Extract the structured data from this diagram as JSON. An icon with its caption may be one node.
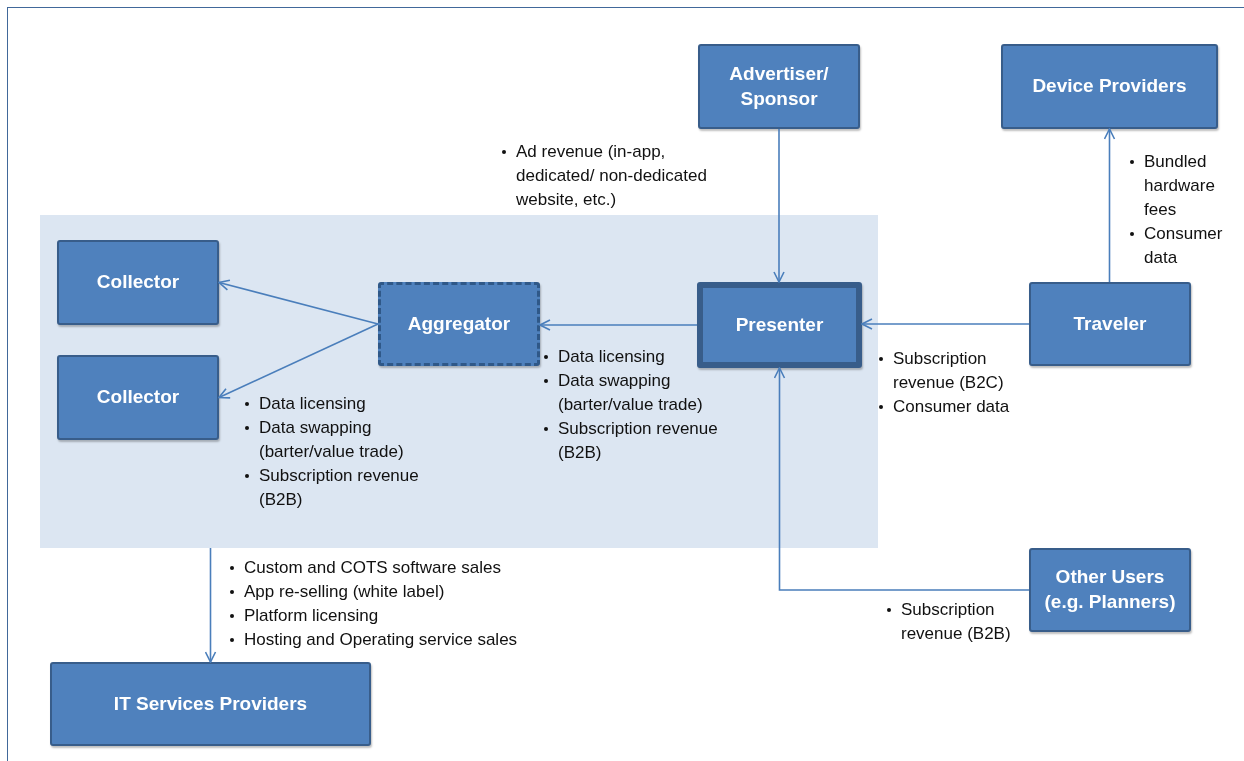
{
  "diagram": {
    "nodes": [
      {
        "text": [
          "Advertiser/ Sponsor"
        ]
      },
      {
        "text": [
          "Device Providers"
        ]
      },
      {
        "text": [],
        "shape": "box"
      },
      {
        "text": [
          "Collector"
        ],
        "in": 2
      },
      {
        "text": [
          "Aggregator"
        ],
        "in": 2
      },
      {
        "text": [
          "Presenter"
        ],
        "in": 2
      },
      {
        "text": [
          "Traveler"
        ]
      },
      {
        "text": [
          "Collector"
        ],
        "in": 2
      },
      {
        "text": [
          "Other Users (e.g. Planners)"
        ]
      },
      {
        "text": [
          "IT Services Providers"
        ]
      }
    ],
    "edges": [
      {
        "from": 0,
        "to": 5,
        "arrow": "to"
      },
      {
        "from": 6,
        "to": 1,
        "arrow": "to"
      },
      {
        "from": 6,
        "to": 5,
        "arrow": "to"
      },
      {
        "from": 5,
        "to": 4,
        "arrow": "to"
      },
      {
        "from": 4,
        "to": 3,
        "arrow": "to"
      },
      {
        "from": 4,
        "to": 7,
        "arrow": "to"
      },
      {
        "from": 8,
        "to": 5,
        "arrow": "to"
      },
      {
        "from": 2,
        "to": 9,
        "arrow": "to"
      }
    ],
    "labels": [
      "Ad revenue (in-app, dedicated/ non-dedicated website, etc.)",
      "Bundled hardware fees",
      "Consumer data",
      "Data licensing",
      "Data swapping (barter/value trade)",
      "Subscription revenue (B2B)",
      "Subscription revenue (B2C)",
      "Consumer data",
      "Data licensing",
      "Data swapping (barter/value trade)",
      "Subscription revenue (B2B)",
      "Custom and COTS software sales",
      "App re-selling (white label)",
      "Platform licensing",
      "Hosting and Operating service sales",
      "Subscription revenue (B2B)"
    ]
  }
}
